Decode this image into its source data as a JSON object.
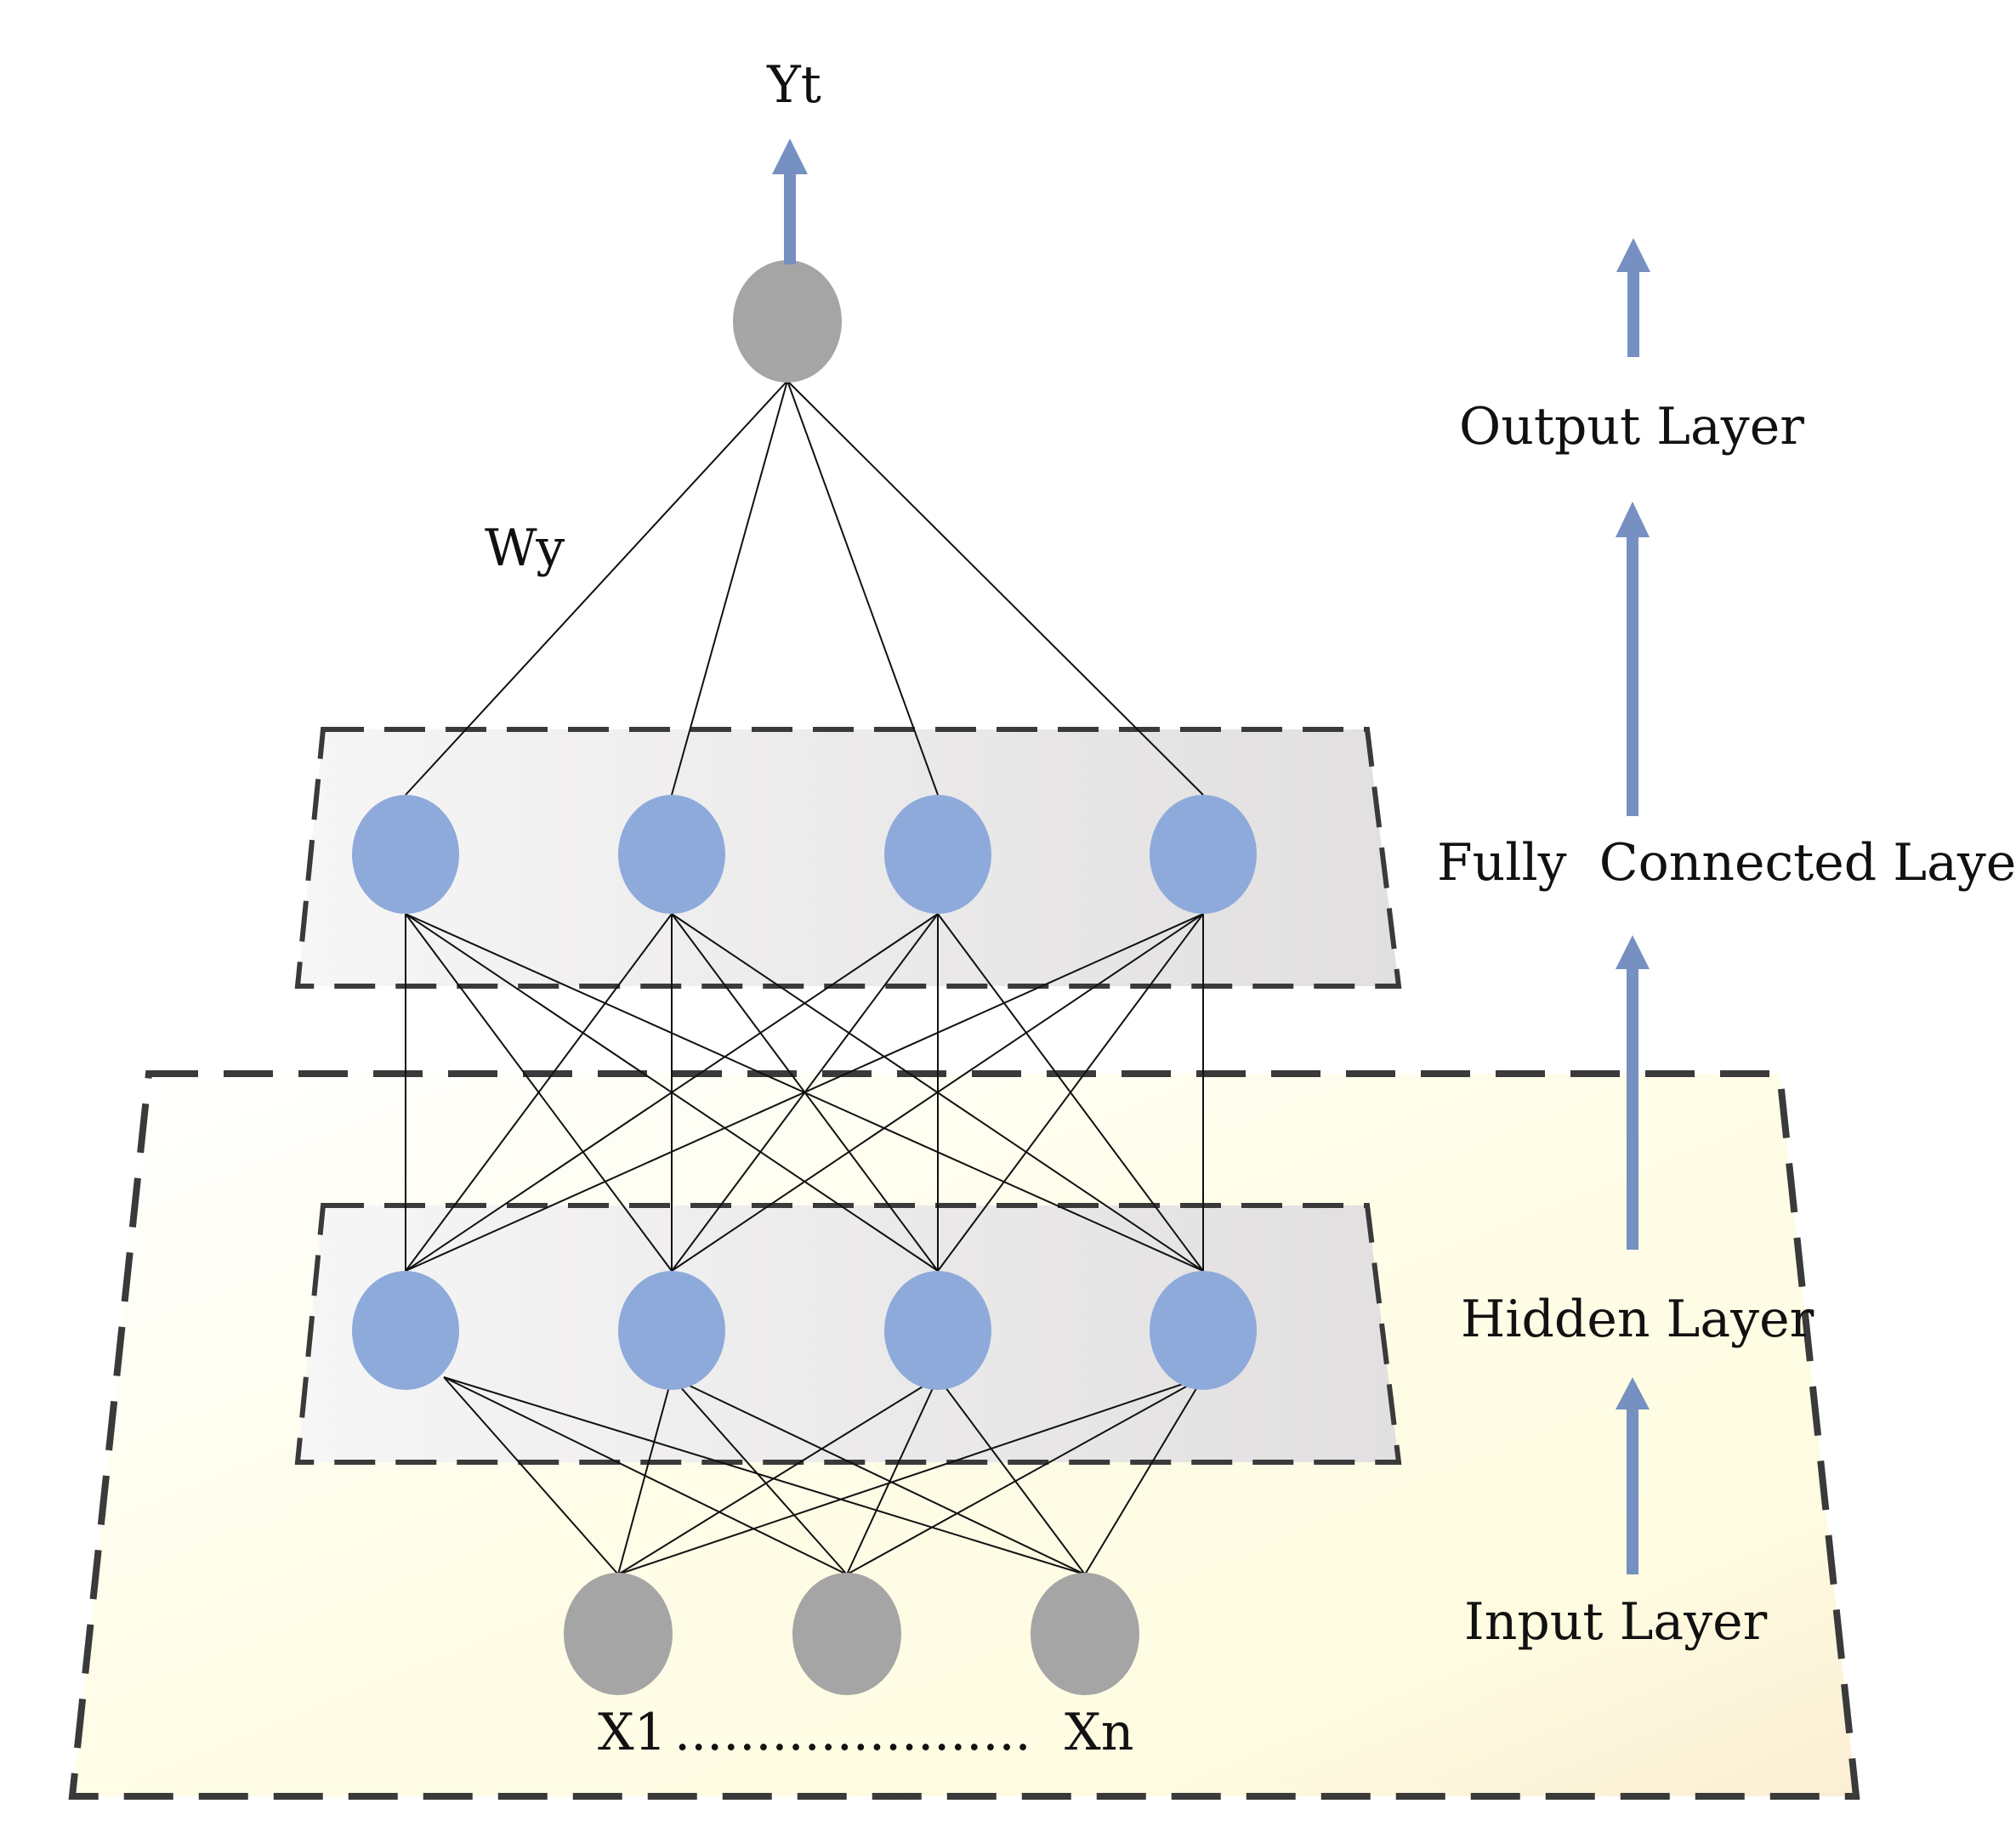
{
  "output_label": "Yt",
  "weight_label": "Wy",
  "input_first_label": "X1",
  "input_dots": "......................",
  "input_last_label": "Xn",
  "layers": {
    "output": "Output Layer",
    "fully_connected": "Fully  Connected Layer",
    "hidden": "Hidden Layer",
    "input": "Input Layer"
  },
  "colors": {
    "node_blue": "#8eaadb",
    "node_gray": "#a5a5a5",
    "arrow": "#7590c1",
    "dash": "#3a3a3a",
    "panel_gray": "#e3e1e1",
    "panel_yellow": "#fefbe0"
  },
  "structure": {
    "input_nodes": 3,
    "hidden_nodes": 4,
    "fully_connected_nodes": 4,
    "output_nodes": 1
  }
}
